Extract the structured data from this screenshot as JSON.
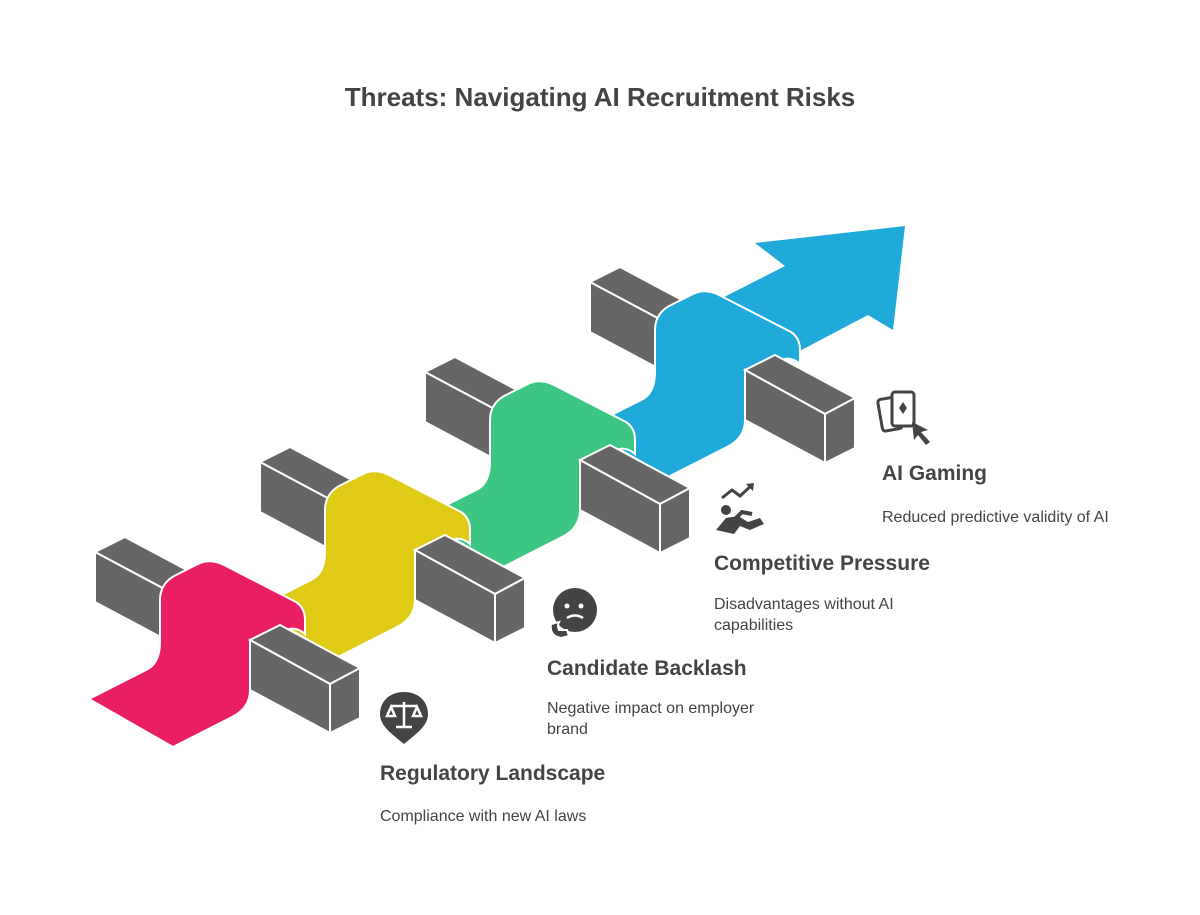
{
  "title": "Threats: Navigating AI Recruitment Risks",
  "colors": {
    "pink": "#E91E63",
    "yellow": "#DFCB15",
    "green": "#3DC683",
    "blue": "#1FAAD9",
    "block": "#666666",
    "text": "#444444"
  },
  "steps": [
    {
      "label": "Regulatory Landscape",
      "description": "Compliance with new AI laws",
      "icon": "scales-pin-icon"
    },
    {
      "label": "Candidate Backlash",
      "description": "Negative impact on employer brand",
      "icon": "confused-face-icon"
    },
    {
      "label": "Competitive Pressure",
      "description": "Disadvantages without AI capabilities",
      "icon": "running-person-trend-icon"
    },
    {
      "label": "AI Gaming",
      "description": "Reduced predictive validity of AI",
      "icon": "cards-cursor-icon"
    }
  ]
}
